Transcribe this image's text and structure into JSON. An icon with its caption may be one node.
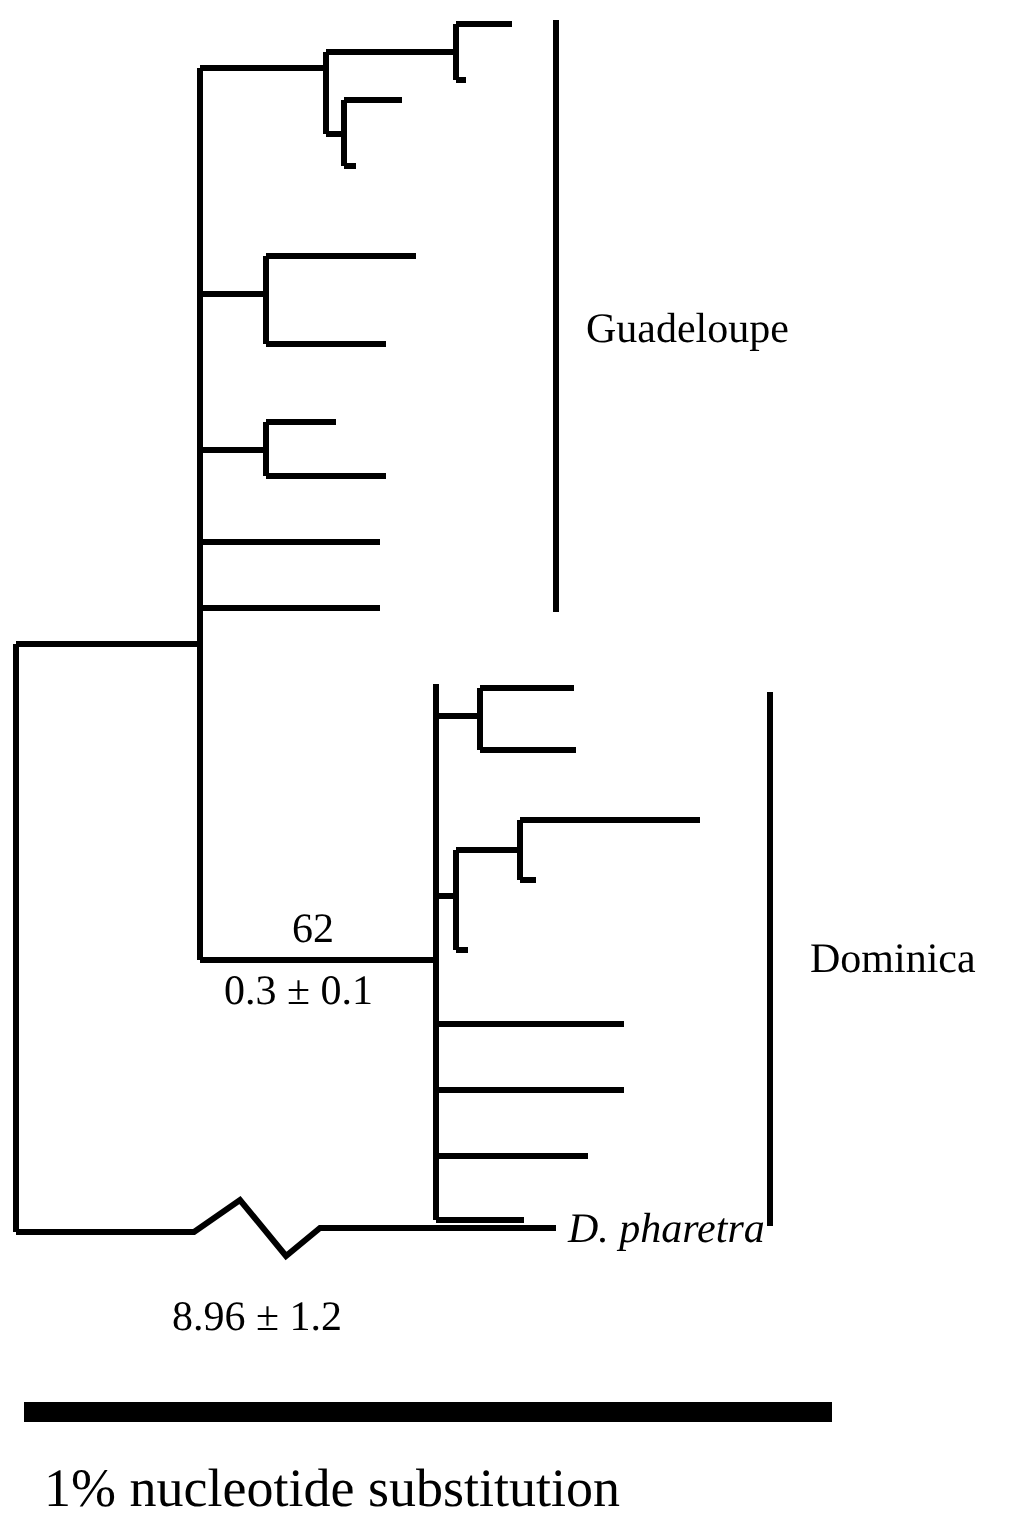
{
  "diagram": {
    "labels": [
      "Guadeloupe",
      "Dominica",
      "62",
      "0.3 ± 0.1",
      "D. pharetra",
      "8.96 ± 1.2",
      "1% nucleotide substitution"
    ]
  }
}
